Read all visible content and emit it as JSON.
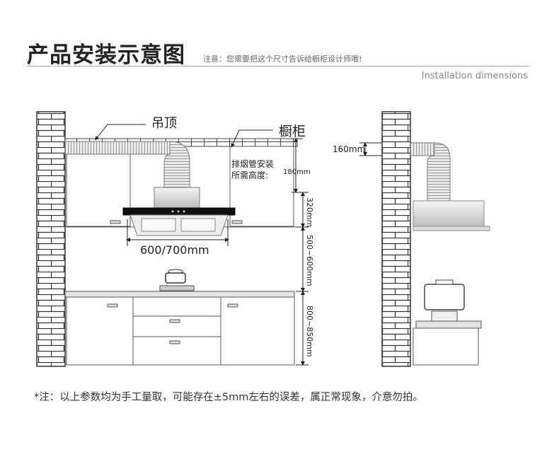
{
  "header": {
    "title": "产品安装示意图",
    "note": "注意：您需要把这个尺寸告诉给橱柜设计师哦!",
    "subtitle": "Installation dimensions"
  },
  "labels": {
    "ceiling": "吊顶",
    "cabinet": "橱柜",
    "duct_note_line1": "排烟管安装",
    "duct_note_line2": "所需高度:",
    "dim_180": "180mm",
    "dim_320": "320mm",
    "dim_width": "600/700mm",
    "dim_500_600": "500~600mm",
    "dim_800_850": "800~850mm",
    "dim_160": "160mm"
  },
  "footnote": "*注：以上参数均为手工量取，可能存在±5mm左右的误差，属正常现象，介意勿拍。"
}
